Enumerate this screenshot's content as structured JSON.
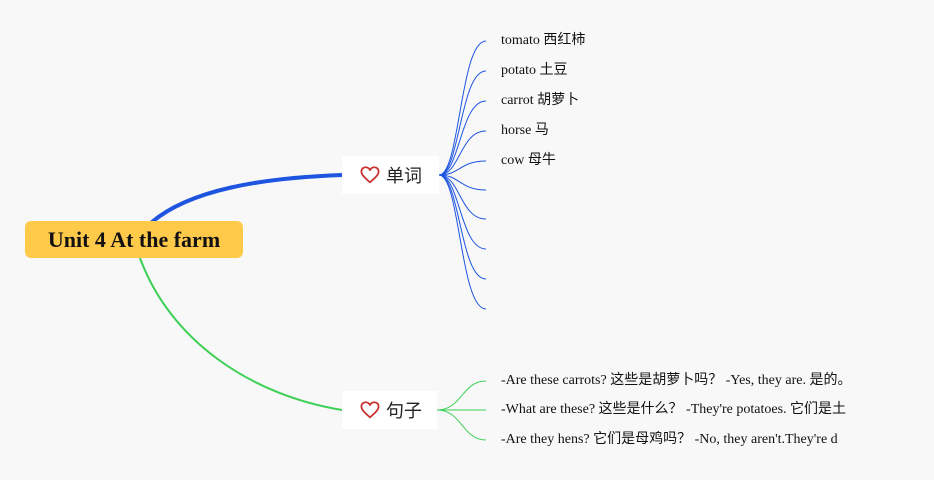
{
  "root": {
    "label": "Unit 4 At the farm"
  },
  "branches": {
    "words": {
      "label": "单词",
      "icon": "heart-icon",
      "color": "#1d55e0",
      "items": [
        "tomato 西红柿",
        "potato 土豆",
        "carrot 胡萝卜",
        "horse 马",
        "cow 母牛"
      ]
    },
    "sentences": {
      "label": "句子",
      "icon": "heart-icon",
      "color": "#3ecf55",
      "items": [
        "-Are these carrots? 这些是胡萝卜吗？  -Yes, they are. 是的。",
        "-What are these? 这些是什么？  -They're potatoes. 它们是土",
        "-Are they hens? 它们是母鸡吗？  -No, they aren't.They're d"
      ]
    }
  },
  "colors": {
    "root_fill": "#ffc94a",
    "background": "#f8f8f9",
    "heart": "#c83232"
  }
}
